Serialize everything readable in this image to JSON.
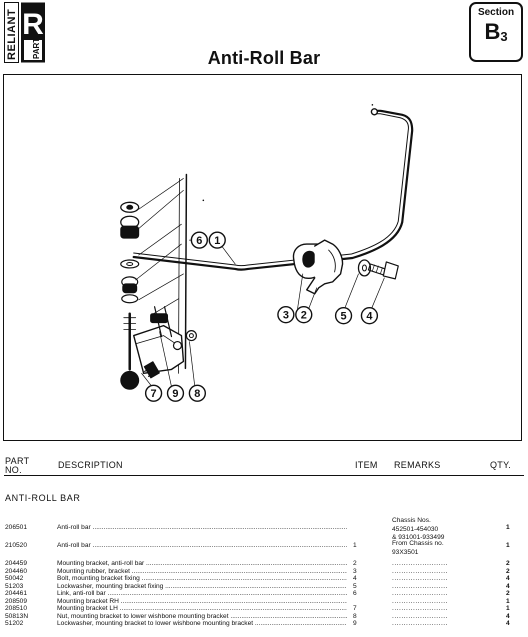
{
  "header": {
    "brand_vertical": "RELIANT",
    "brand_letter": "R",
    "brand_sub": "PART",
    "title": "Anti-Roll Bar",
    "section_label": "Section",
    "section_code": "B",
    "section_num": "3"
  },
  "callouts": [
    "1",
    "2",
    "3",
    "4",
    "5",
    "6",
    "7",
    "8",
    "9"
  ],
  "table": {
    "headers": {
      "part_line1": "PART",
      "part_line2": "NO.",
      "description": "DESCRIPTION",
      "item": "ITEM",
      "remarks": "REMARKS",
      "qty": "QTY."
    },
    "group_title": "ANTI-ROLL BAR",
    "remark_block_1": [
      "Chassis Nos.",
      "452501-454030",
      "& 931001-933499"
    ],
    "remark_block_2": [
      "From Chassis no.",
      "93X3501"
    ],
    "rows": [
      {
        "part": "206501",
        "desc": "Anti-roll bar",
        "item": "",
        "remarks": "",
        "qty": "1"
      },
      {
        "part": "210520",
        "desc": "Anti-roll bar",
        "item": "1",
        "remarks": "",
        "qty": "1"
      },
      {
        "part": "204459",
        "desc": "Mounting bracket, anti-roll bar",
        "item": "2",
        "remarks": "",
        "qty": "2"
      },
      {
        "part": "204460",
        "desc": "Mounting rubber, bracket",
        "item": "3",
        "remarks": "",
        "qty": "2"
      },
      {
        "part": "50042",
        "desc": "Bolt, mounting bracket fixing",
        "item": "4",
        "remarks": "",
        "qty": "4"
      },
      {
        "part": "51203",
        "desc": "Lockwasher, mounting bracket fixing",
        "item": "5",
        "remarks": "",
        "qty": "4"
      },
      {
        "part": "204461",
        "desc": "Link, anti-roll bar",
        "item": "6",
        "remarks": "",
        "qty": "2"
      },
      {
        "part": "208509",
        "desc": "Mounting bracket RH",
        "item": "",
        "remarks": "",
        "qty": "1"
      },
      {
        "part": "208510",
        "desc": "Mounting bracket LH",
        "item": "7",
        "remarks": "",
        "qty": "1"
      },
      {
        "part": "50813N",
        "desc": "Nut, mounting bracket to lower wishbone mounting bracket",
        "item": "8",
        "remarks": "",
        "qty": "4"
      },
      {
        "part": "51202",
        "desc": "Lockwasher, mounting bracket to lower wishbone mounting bracket",
        "item": "9",
        "remarks": "",
        "qty": "4"
      }
    ]
  }
}
